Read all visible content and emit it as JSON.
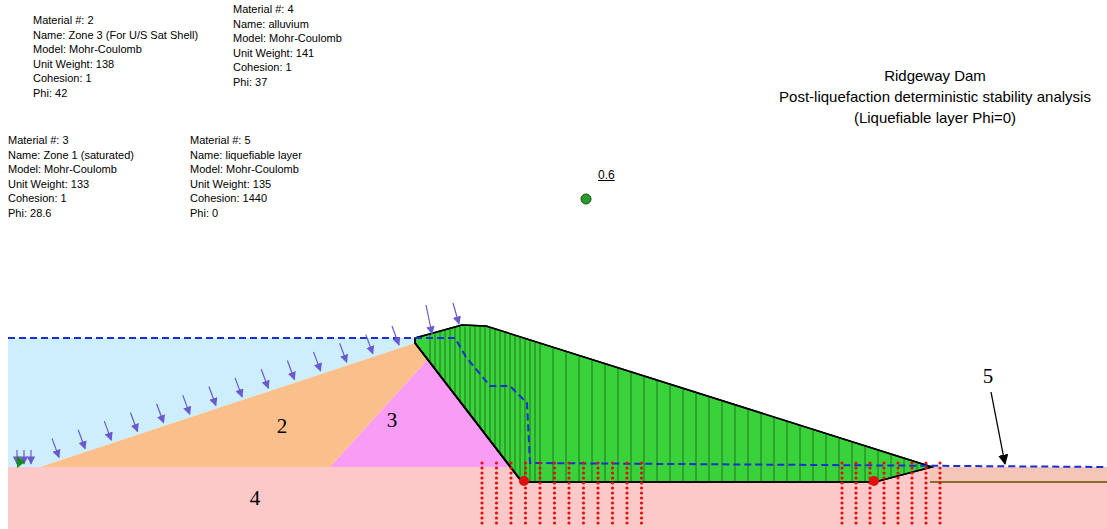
{
  "diagram": {
    "title": "Ridgeway Dam",
    "labels": [
      "Material #: 2",
      "Name: Zone 3 (For U/S Sat Shell)",
      "Model: Mohr-Coulomb",
      "Unit Weight: 138",
      "Cohesion: 1",
      "Phi: 42",
      "Material #: 4",
      "Name: alluvium",
      "Model: Mohr-Coulomb",
      "Unit Weight: 141",
      "Cohesion: 1",
      "Phi: 37",
      "Material #: 3",
      "Name: Zone 1 (saturated)",
      "Model: Mohr-Coulomb",
      "Unit Weight: 133",
      "Cohesion: 1",
      "Phi: 28.6",
      "Material #: 5",
      "Name: liquefiable layer",
      "Model: Mohr-Coulomb",
      "Unit Weight: 135",
      "Cohesion: 1440",
      "Phi: 0",
      "Post-liquefaction deterministic stability analysis",
      "(Liquefiable layer Phi=0)",
      "0.6",
      "2",
      "3",
      "4",
      "5"
    ]
  }
}
